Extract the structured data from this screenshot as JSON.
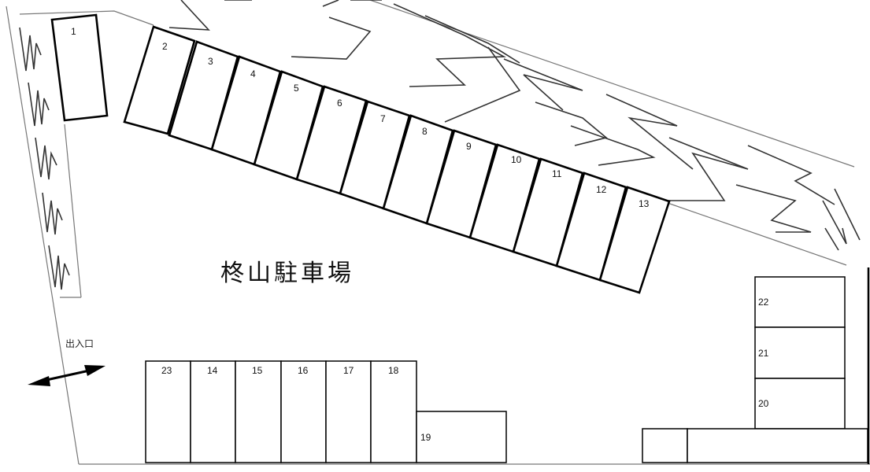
{
  "title": "柊山駐車場",
  "entrance_label": "出入口",
  "spaces": {
    "s1": "1",
    "s2": "2",
    "s3": "3",
    "s4": "4",
    "s5": "5",
    "s6": "6",
    "s7": "7",
    "s8": "8",
    "s9": "9",
    "s10": "10",
    "s11": "11",
    "s12": "12",
    "s13": "13",
    "s14": "14",
    "s15": "15",
    "s16": "16",
    "s17": "17",
    "s18": "18",
    "s19": "19",
    "s20": "20",
    "s21": "21",
    "s22": "22",
    "s23": "23"
  },
  "colors": {
    "line": "#000000",
    "background": "#ffffff",
    "hedge": "#333333"
  }
}
